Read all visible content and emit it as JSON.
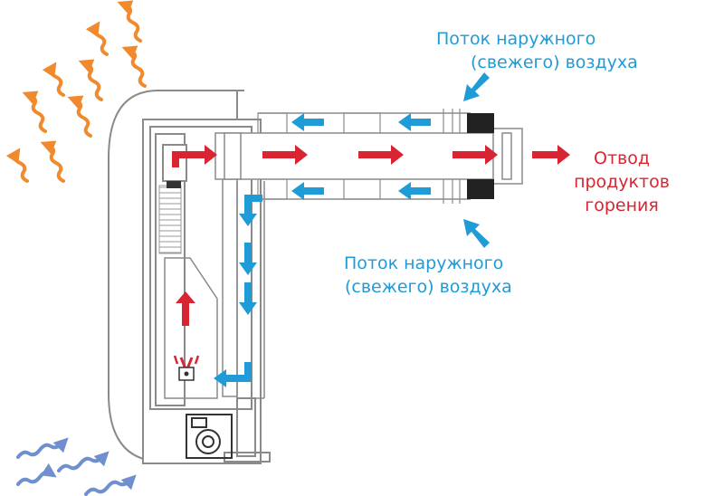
{
  "labels": {
    "intake_top": {
      "line1": "Поток наружного",
      "line2": "(свежего) воздуха"
    },
    "intake_bottom": {
      "line1": "Поток наружного",
      "line2": "(свежего) воздуха"
    },
    "exhaust": {
      "line1": "Отвод",
      "line2": "продуктов",
      "line3": "горения"
    }
  },
  "colors": {
    "fresh_air": "#1f9bd7",
    "flue_gas": "#d92532",
    "heat": "#f08a2c",
    "cold_air": "#6f8fcf",
    "outline": "#8a8a8a"
  },
  "icons": {
    "heat_waves": "wavy-arrow-icon",
    "cold_air_waves": "wavy-arrow-icon",
    "flow_arrows": "arrow-icon",
    "flame": "flame-icon",
    "fan": "fan-icon"
  }
}
